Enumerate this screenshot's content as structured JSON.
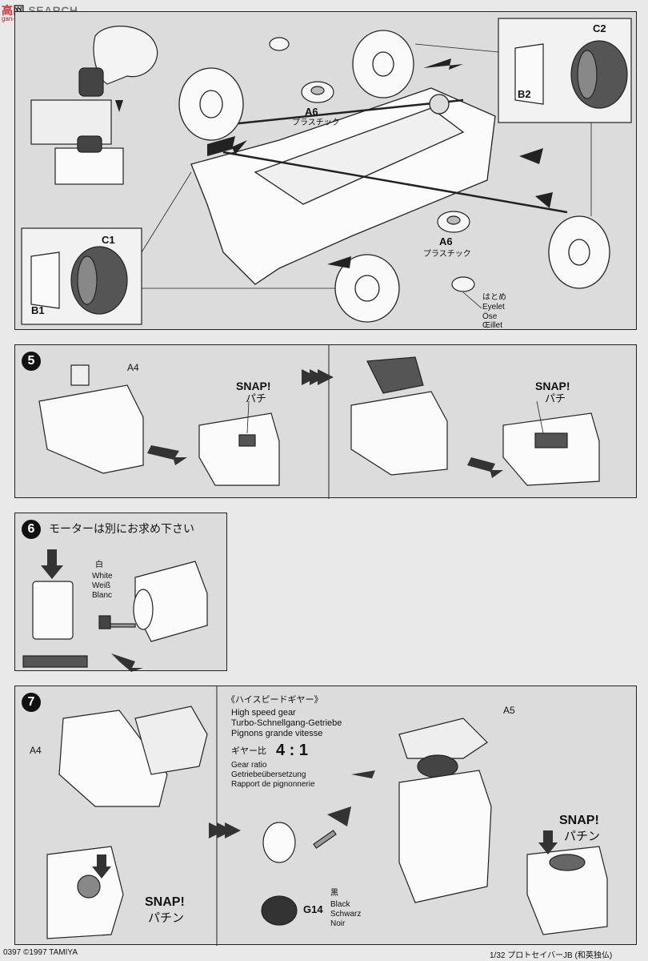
{
  "watermark": {
    "text": "SEARCH",
    "sub": "gan-shen.com"
  },
  "top_panel": {
    "labels": {
      "c2": "C2",
      "b2": "B2",
      "a6_top": "A6",
      "plastic_top": "プラスチック",
      "c1": "C1",
      "b1": "B1",
      "a6_bottom": "A6",
      "plastic_bottom": "プラスチック",
      "eyelet_ja": "はとめ",
      "eyelet_en": "Eyelet",
      "eyelet_de": "Öse",
      "eyelet_fr": "Œillet"
    }
  },
  "step5": {
    "number": "5",
    "part": "A4",
    "snap1": "SNAP!",
    "snap1_ja": "パチ",
    "snap2": "SNAP!",
    "snap2_ja": "パチ"
  },
  "step6": {
    "number": "6",
    "title": "モーターは別にお求め下さい",
    "color_ja": "白",
    "color_en": "White",
    "color_de": "Weiß",
    "color_fr": "Blanc"
  },
  "step7": {
    "number": "7",
    "part_a4": "A4",
    "part_a5": "A5",
    "gear_title_ja": "《ハイスピードギヤー》",
    "gear_en": "High speed gear",
    "gear_de": "Turbo-Schnellgang-Getriebe",
    "gear_fr": "Pignons grande vitesse",
    "ratio_label_ja": "ギヤー比",
    "ratio_value": "4 : 1",
    "ratio_en": "Gear ratio",
    "ratio_de": "Getriebeübersetzung",
    "ratio_fr": "Rapport de pignonnerie",
    "snap_left": "SNAP!",
    "snap_left_ja": "パチン",
    "snap_right": "SNAP!",
    "snap_right_ja": "パチン",
    "part_g14": "G14",
    "black_ja": "黒",
    "black_en": "Black",
    "black_de": "Schwarz",
    "black_fr": "Noir"
  },
  "footer": {
    "left_code": "0397",
    "copyright": "©1997 TAMIYA",
    "right": "1/32 プロトセイバーJB (和英独仏)"
  }
}
